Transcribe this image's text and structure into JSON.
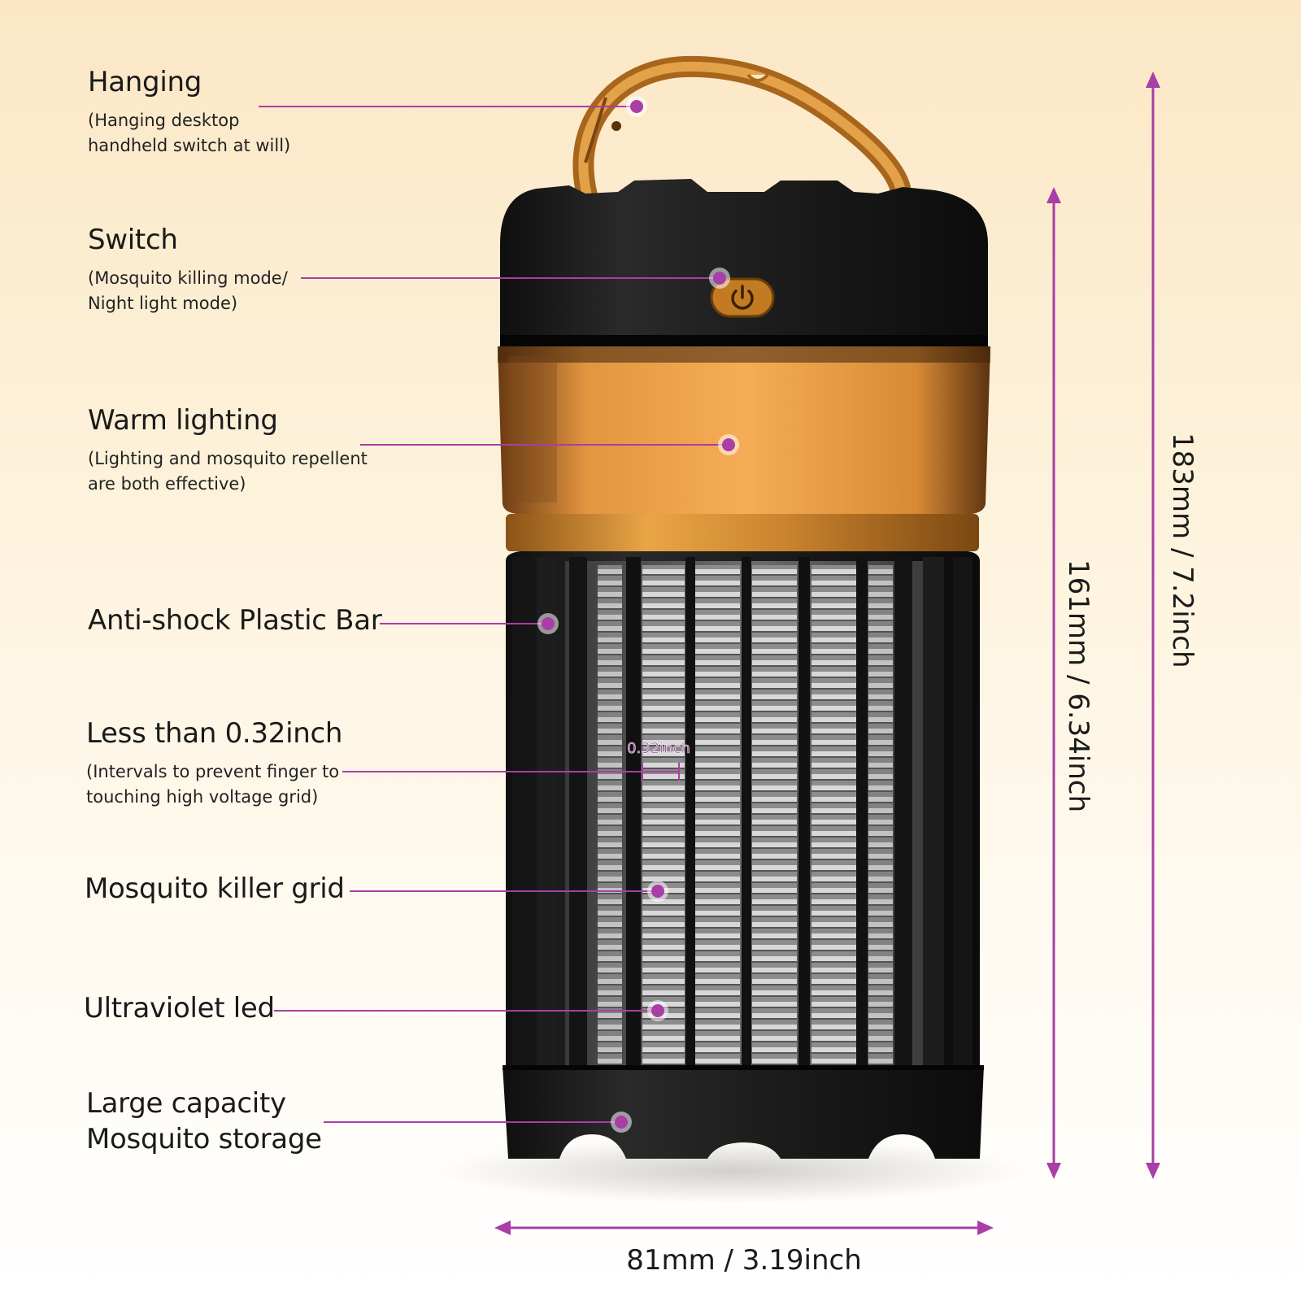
{
  "annotations": [
    {
      "title": "Hanging",
      "subtitle": "(Hanging desktop\nhandheld switch at will)"
    },
    {
      "title": "Switch",
      "subtitle": "(Mosquito killing mode/\nNight light mode)"
    },
    {
      "title": "Warm lighting",
      "subtitle": "(Lighting and mosquito repellent\nare both effective)"
    },
    {
      "title": "Anti-shock Plastic Bar",
      "subtitle": ""
    },
    {
      "title": "Less than 0.32inch",
      "subtitle": "(Intervals to prevent finger to\ntouching high voltage grid)"
    },
    {
      "title": "Mosquito killer grid",
      "subtitle": ""
    },
    {
      "title": "Ultraviolet led",
      "subtitle": ""
    },
    {
      "title": "Large capacity\nMosquito storage",
      "subtitle": ""
    }
  ],
  "dimensions": {
    "width": "81mm / 3.19inch",
    "body_height": "161mm / 6.34inch",
    "total_height": "183mm / 7.2inch",
    "gap": "0.32inch"
  },
  "icons": {
    "power": "power-icon",
    "callout_dot": "callout-dot-icon"
  },
  "colors": {
    "accent": "#a93ea6",
    "gold": "#d7912f",
    "body": "#1e1e1e",
    "warm_light": "#f0a040"
  }
}
